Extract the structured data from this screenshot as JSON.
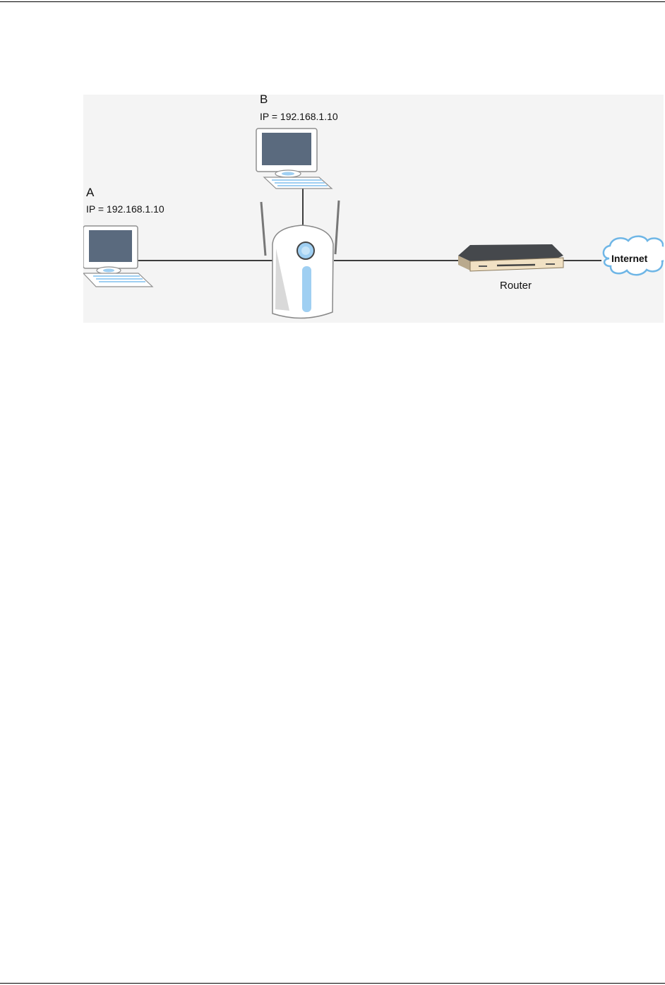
{
  "diagram": {
    "nodes": {
      "pc_a": {
        "name": "A",
        "ip": "IP = 192.168.1.10"
      },
      "pc_b": {
        "name": "B",
        "ip": "IP = 192.168.1.10"
      },
      "access_point": {
        "icon": "access-point-icon"
      },
      "router": {
        "label": "Router",
        "icon": "router-icon"
      },
      "internet": {
        "label": "Internet",
        "icon": "cloud-icon"
      }
    },
    "links": [
      [
        "pc_a",
        "access_point"
      ],
      [
        "pc_b",
        "access_point"
      ],
      [
        "access_point",
        "router"
      ],
      [
        "router",
        "internet"
      ]
    ],
    "colors": {
      "background": "#f4f4f4",
      "monitor_screen": "#5a6a7e",
      "device_accent": "#9fcff2",
      "router_body": "#45484c",
      "router_front": "#f1e1c4"
    }
  }
}
